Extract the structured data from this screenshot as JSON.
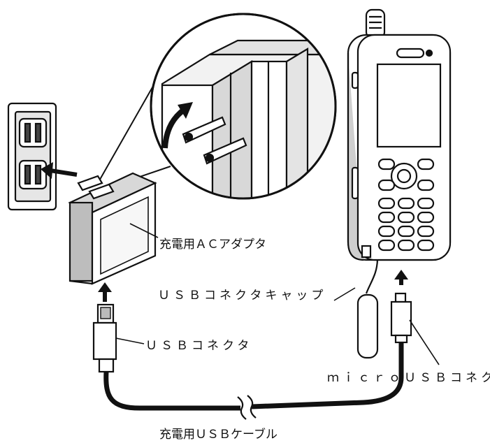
{
  "labels": {
    "ac_adapter": "充電用ＡＣアダプタ",
    "usb_cap": "ＵＳＢコネクタキャップ",
    "usb_connector": "ＵＳＢコネクタ",
    "micro_usb_connector": "ｍｉｃｒｏＵＳＢコネクタ",
    "usb_cable": "充電用ＵＳＢケーブル"
  },
  "colors": {
    "line": "#111111",
    "fill": "#ffffff",
    "shade": "#dcdcdc",
    "background": "#ffffff"
  }
}
